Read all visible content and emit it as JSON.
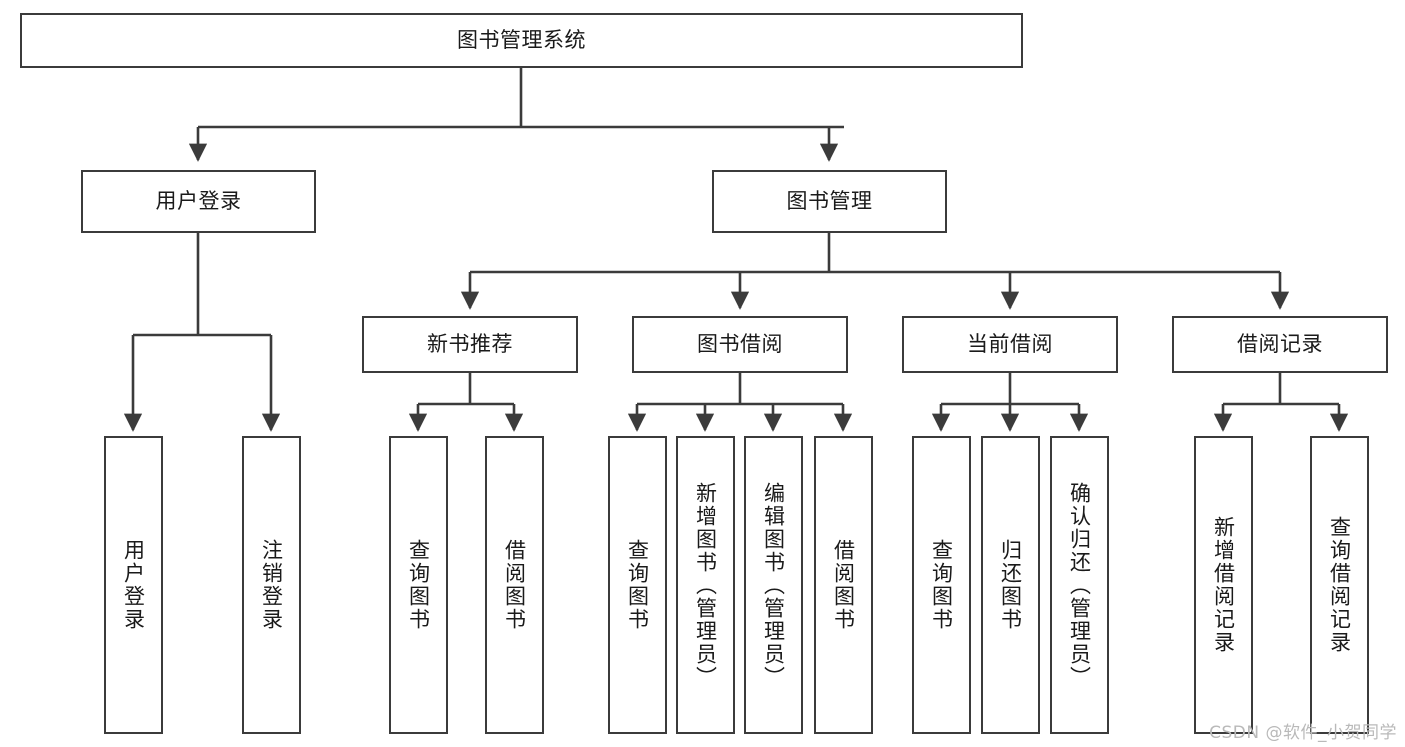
{
  "diagram": {
    "title": "图书管理系统",
    "type": "tree-hierarchy",
    "colors": {
      "box_border": "#3b3b3b",
      "box_fill": "#ffffff",
      "connector": "#3b3b3b",
      "text": "#1a1a1a",
      "watermark": "#b9b9b9"
    },
    "root": {
      "label": "图书管理系统"
    },
    "level2": [
      {
        "label": "用户登录"
      },
      {
        "label": "图书管理"
      }
    ],
    "level3": [
      {
        "label": "新书推荐"
      },
      {
        "label": "图书借阅"
      },
      {
        "label": "当前借阅"
      },
      {
        "label": "借阅记录"
      }
    ],
    "leaves": {
      "user_login": [
        {
          "label": "用户登录"
        },
        {
          "label": "注销登录"
        }
      ],
      "new_book": [
        {
          "label": "查询图书"
        },
        {
          "label": "借阅图书"
        }
      ],
      "book_borrow": [
        {
          "label": "查询图书"
        },
        {
          "label": "新增图书（管理员）"
        },
        {
          "label": "编辑图书（管理员）"
        },
        {
          "label": "借阅图书"
        }
      ],
      "current_borrow": [
        {
          "label": "查询图书"
        },
        {
          "label": "归还图书"
        },
        {
          "label": "确认归还（管理员）"
        }
      ],
      "borrow_record": [
        {
          "label": "新增借阅记录"
        },
        {
          "label": "查询借阅记录"
        }
      ]
    },
    "watermark": "CSDN @软件_小贺同学"
  }
}
